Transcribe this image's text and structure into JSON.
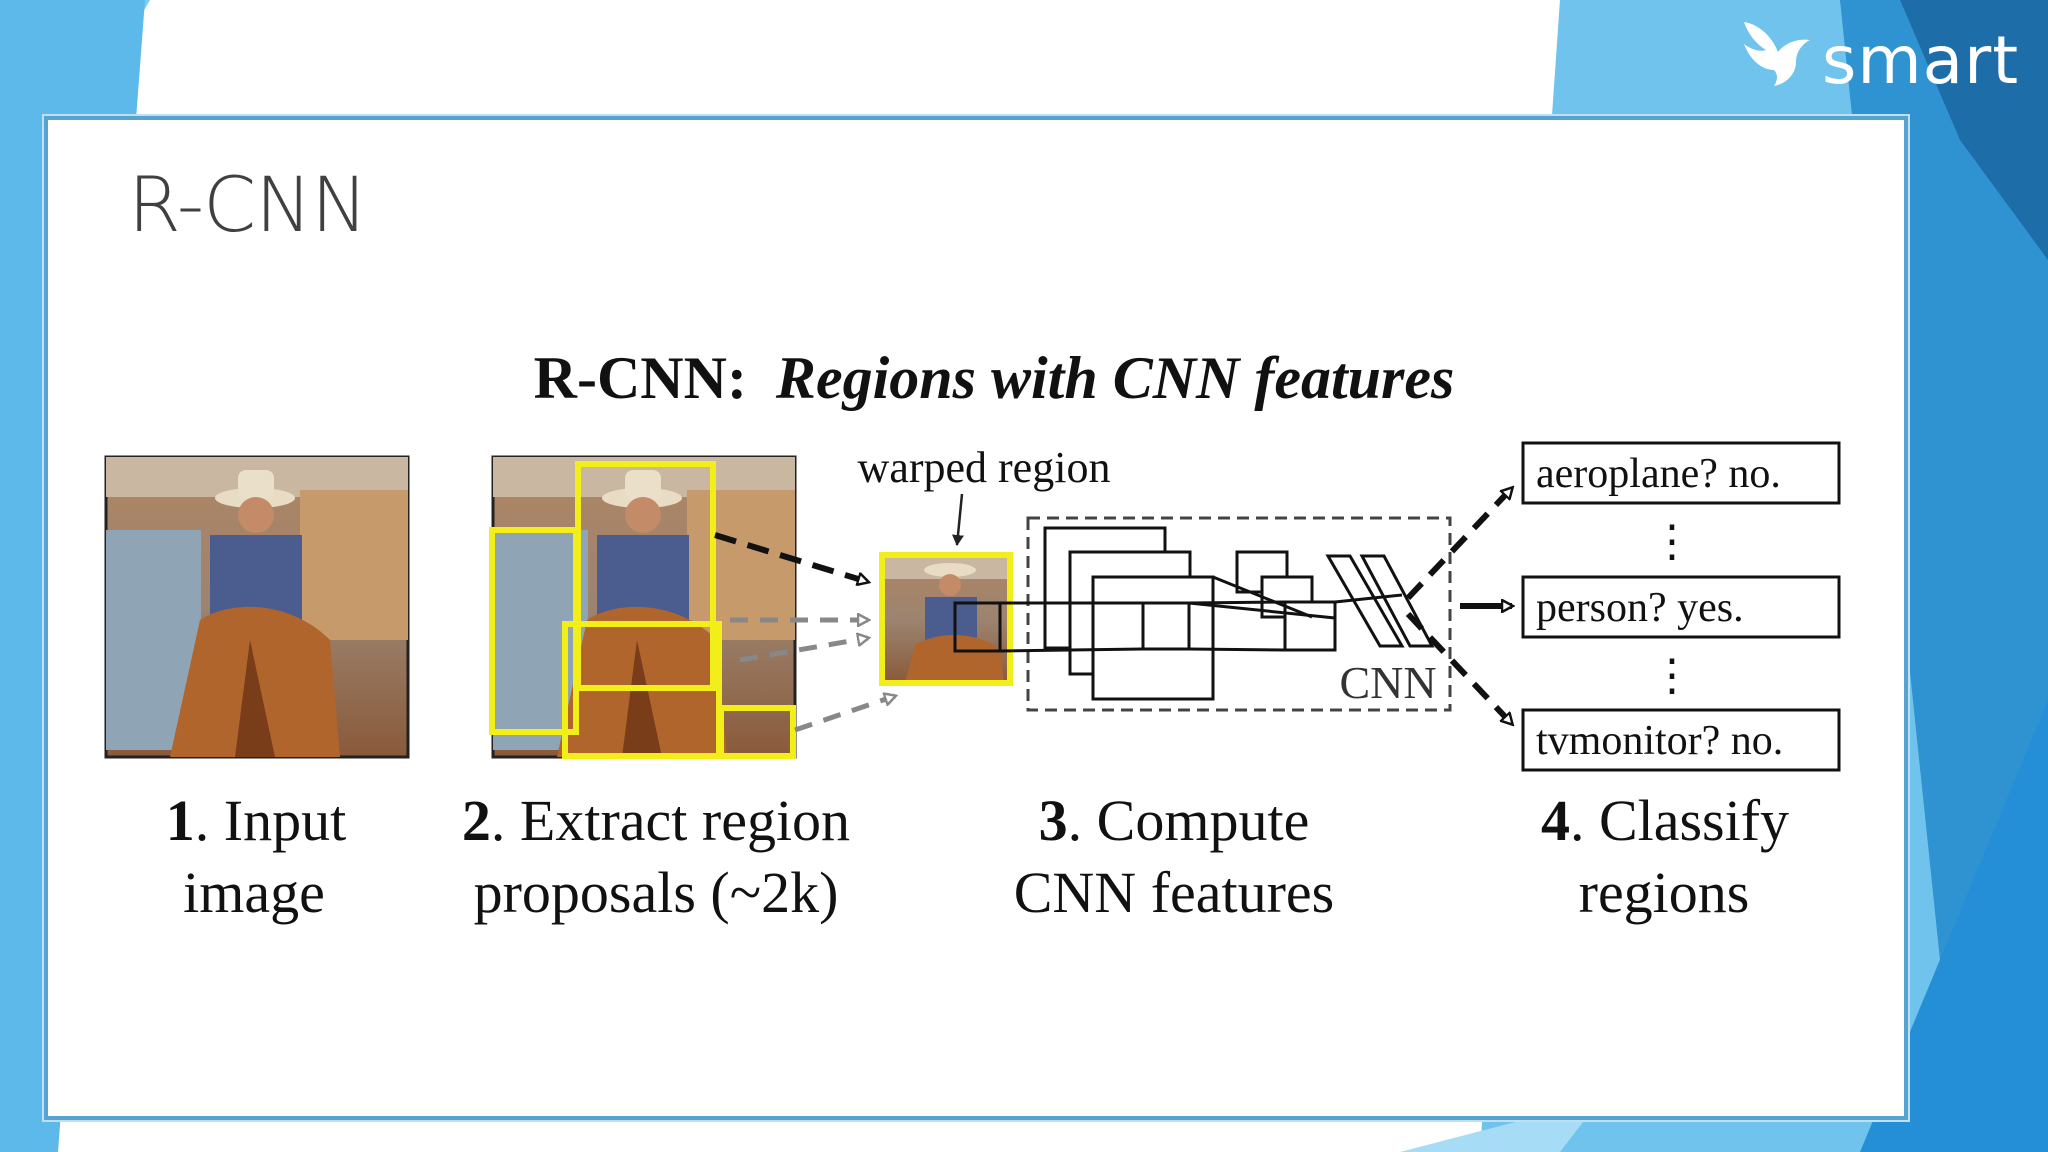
{
  "brand": {
    "logo_text": "smart",
    "icon": "bird-icon"
  },
  "slide": {
    "title": "R-CNN"
  },
  "diagram": {
    "heading": {
      "bold": "R-CNN:",
      "italic": "Regions with CNN features"
    },
    "warped_label": "warped region",
    "cnn_label": "CNN",
    "classes": [
      "aeroplane? no.",
      "person? yes.",
      "tvmonitor? no."
    ],
    "vdots": "⋮",
    "steps": [
      {
        "num": "1",
        "line1": ". Input",
        "line2": "image"
      },
      {
        "num": "2",
        "line1": ". Extract region",
        "line2": "proposals (~2k)"
      },
      {
        "num": "3",
        "line1": ". Compute",
        "line2": "CNN features"
      },
      {
        "num": "4",
        "line1": ". Classify",
        "line2": "regions"
      }
    ]
  },
  "colors": {
    "accent_blue": "#3aa0dc",
    "dark_blue": "#1d6ea8",
    "proposal_yellow": "#f2ee1a",
    "frame_border": "#57a3cf"
  }
}
